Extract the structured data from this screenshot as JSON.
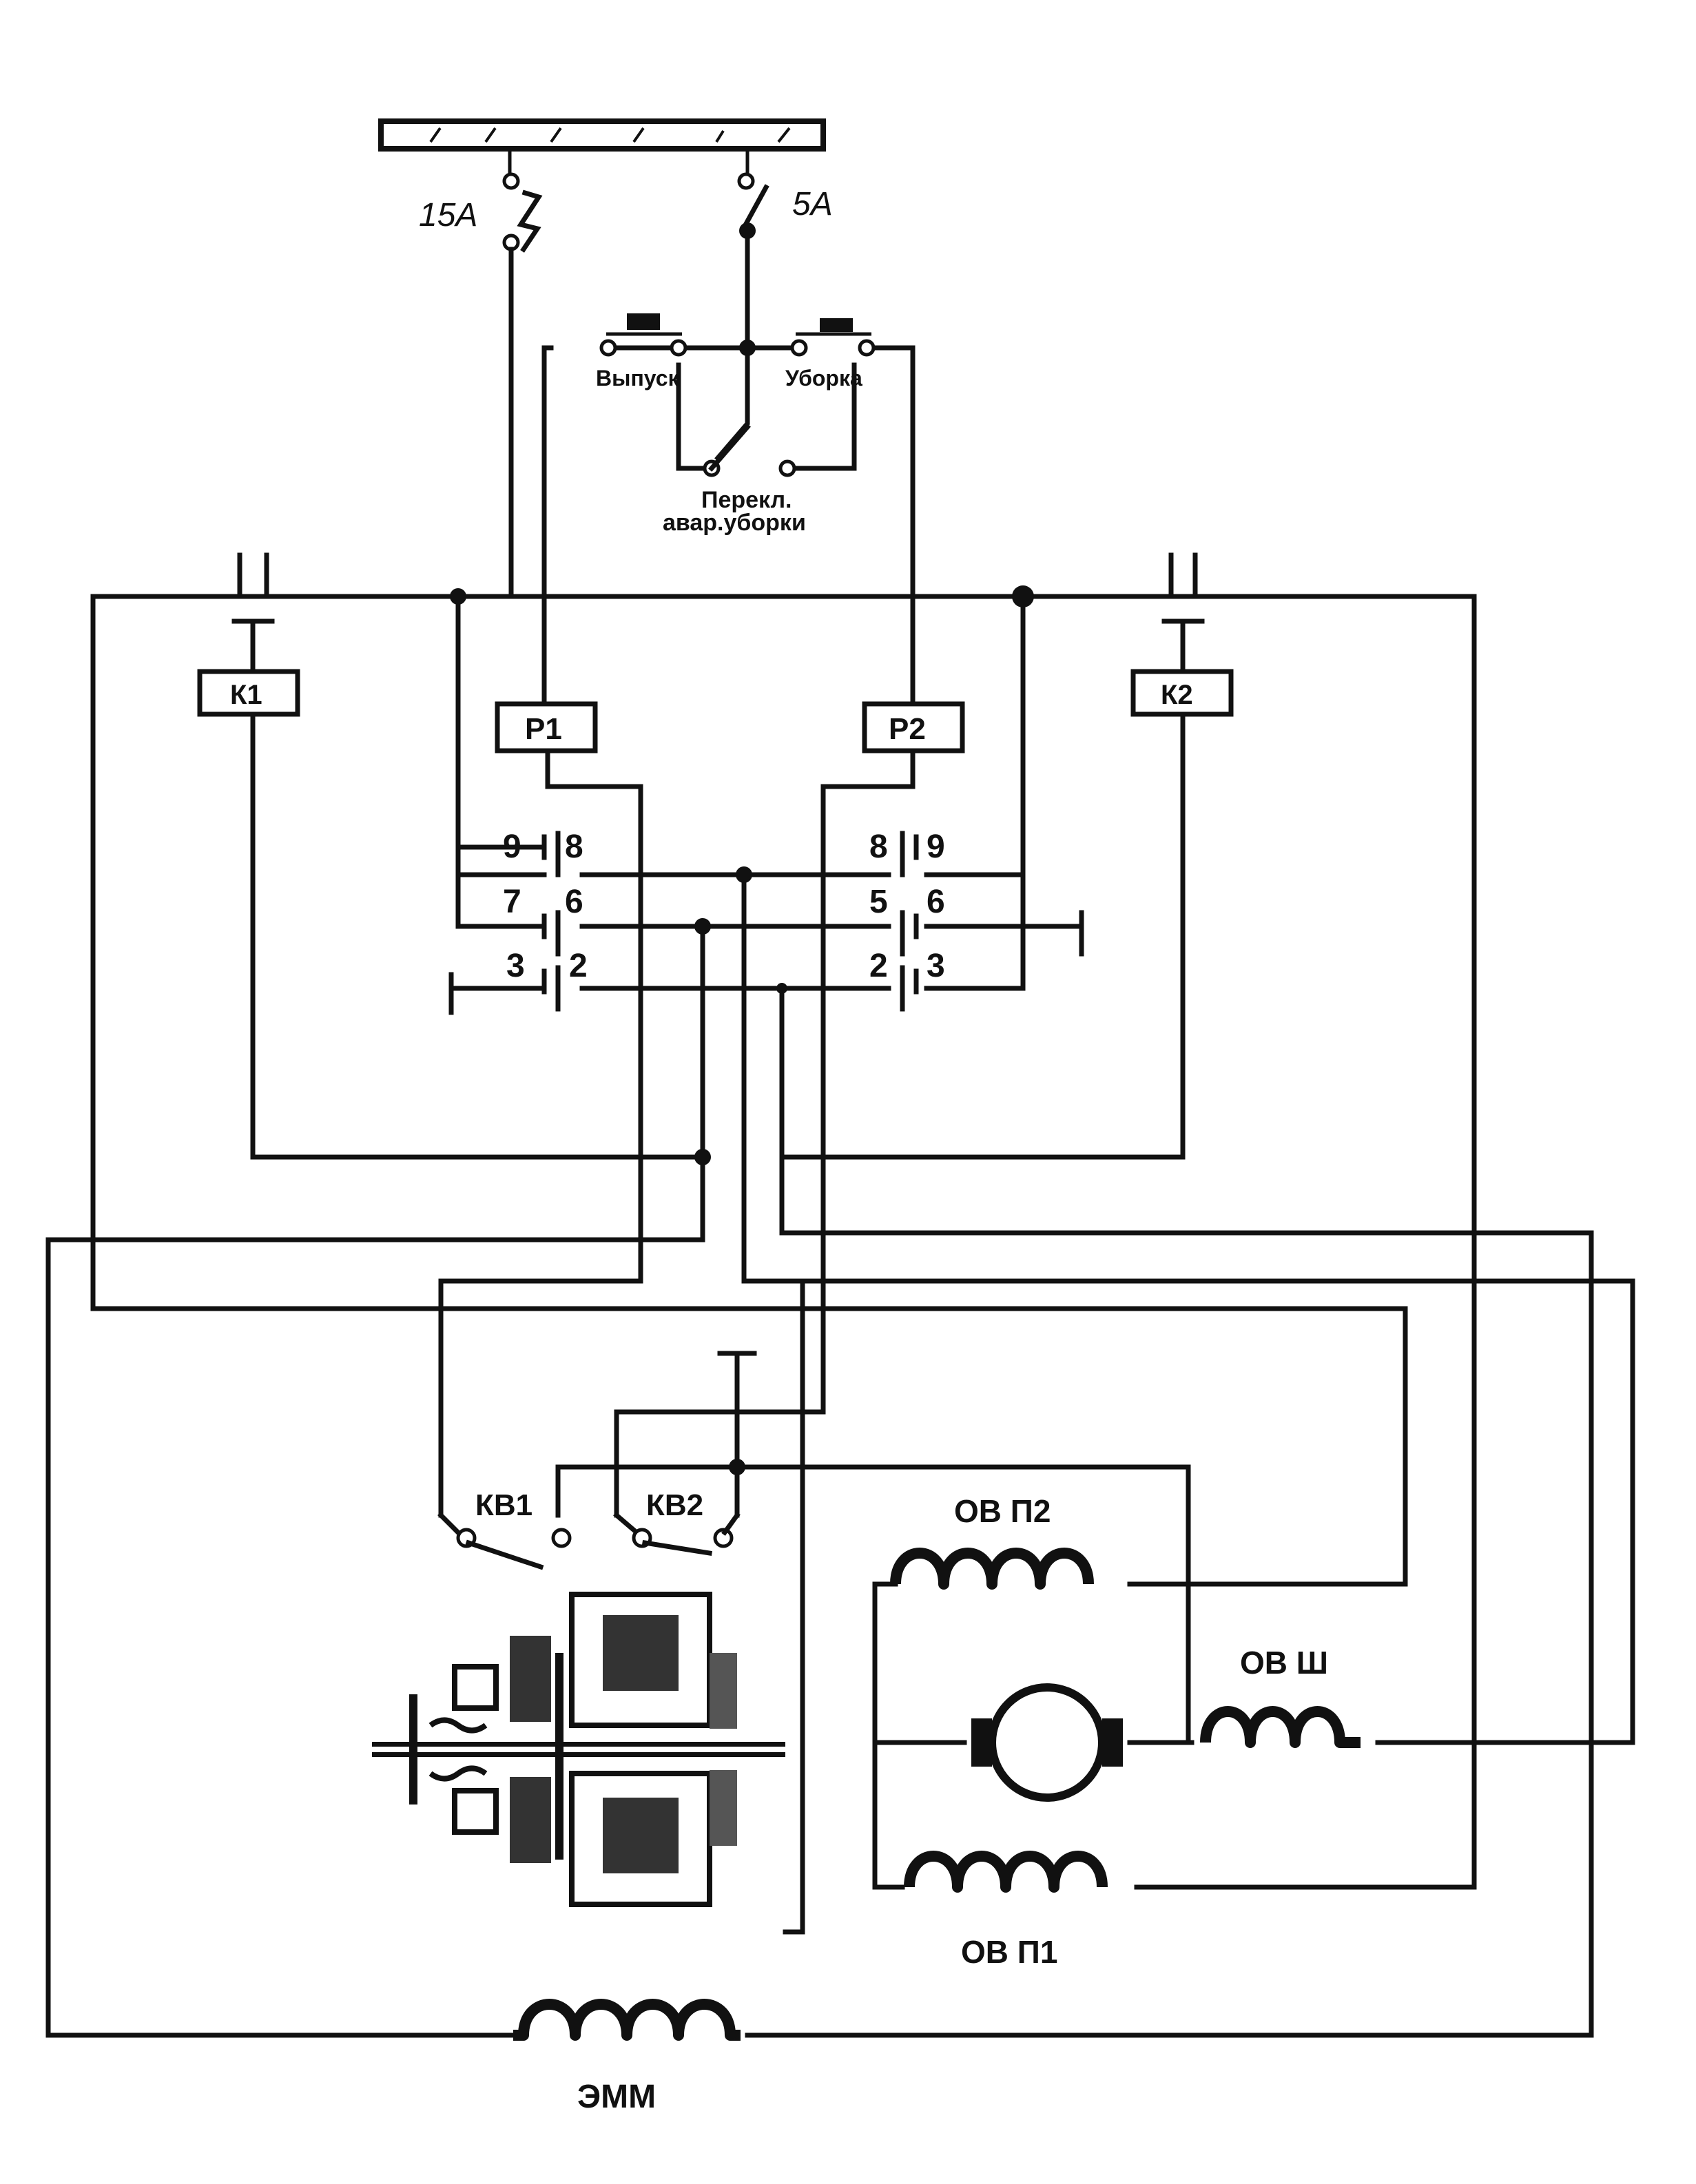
{
  "breakers": {
    "left_rating": "15А",
    "right_rating": "5А"
  },
  "buttons": {
    "extend": "Выпуск",
    "retract": "Уборка"
  },
  "switch": {
    "line1": "Перекл.",
    "line2": "авар.уборки"
  },
  "contactors": {
    "k1": "К1",
    "k2": "К2"
  },
  "relays": {
    "p1": "Р1",
    "p2": "Р2"
  },
  "contacts": {
    "p1": {
      "r1_left": "9",
      "r1_right": "8",
      "r2_left": "7",
      "r2_right": "6",
      "r3_left": "3",
      "r3_right": "2"
    },
    "p2": {
      "r1_left": "8",
      "r1_right": "9",
      "r2_left": "5",
      "r2_right": "6",
      "r3_left": "2",
      "r3_right": "3"
    }
  },
  "limit_switches": {
    "kv1": "КВ1",
    "kv2": "КВ2"
  },
  "windings": {
    "ovp2": "ОВ П2",
    "ovsh": "ОВ Ш",
    "ovp1": "ОВ П1",
    "emm": "ЭММ"
  }
}
